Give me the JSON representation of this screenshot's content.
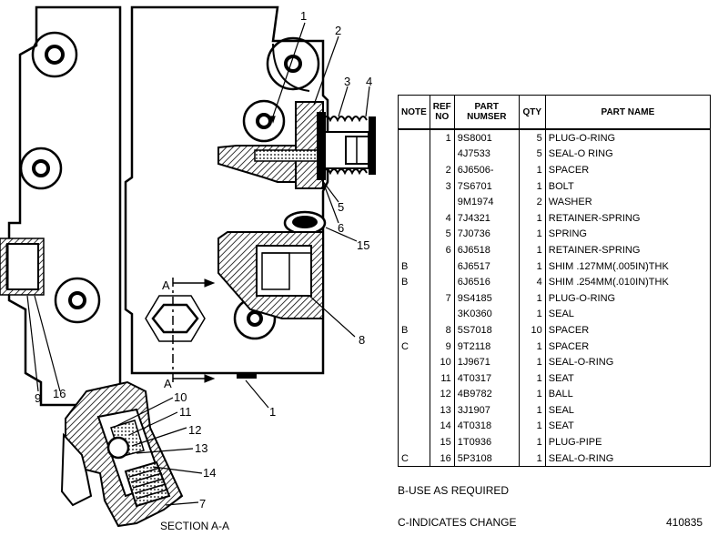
{
  "table": {
    "headers": {
      "note": "NOTE",
      "ref_line1": "REF",
      "ref_line2": "NO",
      "part_line1": "PART",
      "part_line2": "NUMSER",
      "qty": "QTY",
      "name": "PART NAME"
    },
    "rows": [
      {
        "note": "",
        "ref": "1",
        "part": "9S8001",
        "qty": "5",
        "name": "PLUG-O-RING"
      },
      {
        "note": "",
        "ref": "",
        "part": "4J7533",
        "qty": "5",
        "name": "SEAL-O RING"
      },
      {
        "note": "",
        "ref": "2",
        "part": "6J6506-",
        "qty": "1",
        "name": "SPACER"
      },
      {
        "note": "",
        "ref": "3",
        "part": "7S6701",
        "qty": "1",
        "name": "BOLT"
      },
      {
        "note": "",
        "ref": "",
        "part": "9M1974",
        "qty": "2",
        "name": "WASHER"
      },
      {
        "note": "",
        "ref": "4",
        "part": "7J4321",
        "qty": "1",
        "name": "RETAINER-SPRING"
      },
      {
        "note": "",
        "ref": "5",
        "part": "7J0736",
        "qty": "1",
        "name": "SPRING"
      },
      {
        "note": "",
        "ref": "6",
        "part": "6J6518",
        "qty": "1",
        "name": "RETAINER-SPRING"
      },
      {
        "note": "B",
        "ref": "",
        "part": "6J6517",
        "qty": "1",
        "name": "SHIM .127MM(.005IN)THK"
      },
      {
        "note": "B",
        "ref": "",
        "part": "6J6516",
        "qty": "4",
        "name": "SHIM .254MM(.010IN)THK"
      },
      {
        "note": "",
        "ref": "7",
        "part": "9S4185",
        "qty": "1",
        "name": "PLUG-O-RING"
      },
      {
        "note": "",
        "ref": "",
        "part": "3K0360",
        "qty": "1",
        "name": "SEAL"
      },
      {
        "note": "B",
        "ref": "8",
        "part": "5S7018",
        "qty": "10",
        "name": "SPACER"
      },
      {
        "note": "C",
        "ref": "9",
        "part": "9T2118",
        "qty": "1",
        "name": "SPACER"
      },
      {
        "note": "",
        "ref": "10",
        "part": "1J9671",
        "qty": "1",
        "name": "SEAL-O-RING"
      },
      {
        "note": "",
        "ref": "11",
        "part": "4T0317",
        "qty": "1",
        "name": "SEAT"
      },
      {
        "note": "",
        "ref": "12",
        "part": "4B9782",
        "qty": "1",
        "name": "BALL"
      },
      {
        "note": "",
        "ref": "13",
        "part": "3J1907",
        "qty": "1",
        "name": "SEAL"
      },
      {
        "note": "",
        "ref": "14",
        "part": "4T0318",
        "qty": "1",
        "name": "SEAT"
      },
      {
        "note": "",
        "ref": "15",
        "part": "1T0936",
        "qty": "1",
        "name": "PLUG-PIPE"
      },
      {
        "note": "C",
        "ref": "16",
        "part": "5P3108",
        "qty": "1",
        "name": "SEAL-O-RING"
      }
    ]
  },
  "footnotes": {
    "b": "B-USE AS REQUIRED",
    "c": "C-INDICATES CHANGE",
    "drawing_number": "410835"
  },
  "drawing": {
    "callouts": {
      "c1_top": "1",
      "c2": "2",
      "c3": "3",
      "c4": "4",
      "c5": "5",
      "c6": "6",
      "c15": "15",
      "c8": "8",
      "c1_bottom": "1",
      "c9": "9",
      "c16": "16",
      "c10": "10",
      "c11": "11",
      "c12": "12",
      "c13": "13",
      "c14": "14",
      "c7": "7"
    },
    "section_mark_top": "A",
    "section_mark_bottom": "A",
    "section_label": "SECTION  A-A"
  }
}
